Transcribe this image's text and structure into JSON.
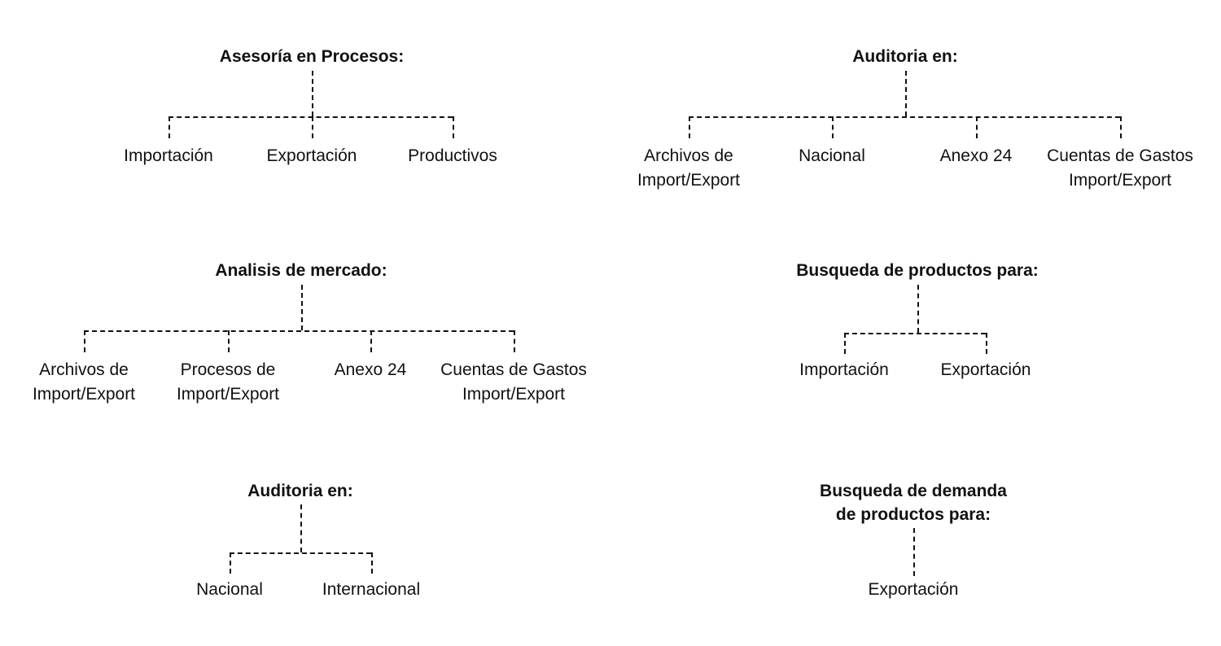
{
  "page": {
    "background": "#ffffff",
    "text_color": "#111111",
    "line_color": "#111111"
  },
  "trees": [
    {
      "id": "asesoria-en-procesos",
      "title_lines": [
        "Asesoría en Procesos:"
      ],
      "children": [
        {
          "lines": [
            "Importación"
          ]
        },
        {
          "lines": [
            "Exportación"
          ]
        },
        {
          "lines": [
            "Productivos"
          ]
        }
      ]
    },
    {
      "id": "auditoria-en-top",
      "title_lines": [
        "Auditoria en:"
      ],
      "children": [
        {
          "lines": [
            "Archivos de",
            "Import/Export"
          ]
        },
        {
          "lines": [
            "Nacional"
          ]
        },
        {
          "lines": [
            "Anexo 24"
          ]
        },
        {
          "lines": [
            "Cuentas de Gastos",
            "Import/Export"
          ]
        }
      ]
    },
    {
      "id": "analisis-de-mercado",
      "title_lines": [
        "Analisis de mercado:"
      ],
      "children": [
        {
          "lines": [
            "Archivos de",
            "Import/Export"
          ]
        },
        {
          "lines": [
            "Procesos de",
            "Import/Export"
          ]
        },
        {
          "lines": [
            "Anexo 24"
          ]
        },
        {
          "lines": [
            "Cuentas de Gastos",
            "Import/Export"
          ]
        }
      ]
    },
    {
      "id": "busqueda-de-productos-para",
      "title_lines": [
        "Busqueda de productos para:"
      ],
      "children": [
        {
          "lines": [
            "Importación"
          ]
        },
        {
          "lines": [
            "Exportación"
          ]
        }
      ]
    },
    {
      "id": "auditoria-en-bottom",
      "title_lines": [
        "Auditoria en:"
      ],
      "children": [
        {
          "lines": [
            "Nacional"
          ]
        },
        {
          "lines": [
            "Internacional"
          ]
        }
      ]
    },
    {
      "id": "busqueda-de-demanda-de-productos-para",
      "title_lines": [
        "Busqueda de demanda",
        "de productos para:"
      ],
      "children": [
        {
          "lines": [
            "Exportación"
          ]
        }
      ]
    }
  ]
}
